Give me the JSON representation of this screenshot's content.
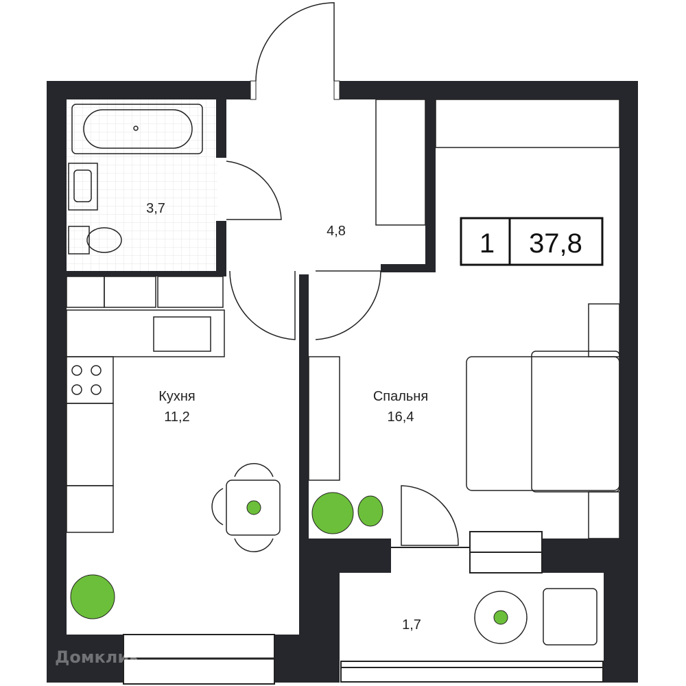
{
  "rooms": {
    "bathroom": {
      "area": "3,7"
    },
    "hallway": {
      "area": "4,8"
    },
    "kitchen": {
      "name": "Кухня",
      "area": "11,2"
    },
    "bedroom": {
      "name": "Спальня",
      "area": "16,4"
    },
    "balcony": {
      "area": "1,7"
    }
  },
  "summary": {
    "rooms_count": "1",
    "total_area": "37,8"
  },
  "watermark": "Домклик",
  "colors": {
    "wall": "#26272c",
    "plant": "#6cbf3a",
    "tile_grid": "#e6e6e6"
  }
}
